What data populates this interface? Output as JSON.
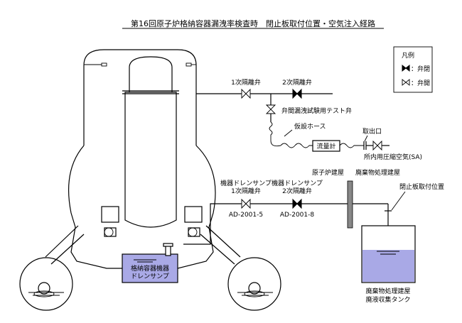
{
  "title": "第16回原子炉格納容器漏洩率検査時　閉止板取付位置・空気注入経路",
  "legend": {
    "heading": "凡例",
    "closed_valve": "：弁閉",
    "open_valve": "：弁開"
  },
  "labels": {
    "valve_1st": "1次隔離弁",
    "valve_2nd": "2次隔離弁",
    "test_valve": "弁間漏洩試験用テスト弁",
    "temp_hose": "仮設ホース",
    "flow_meter": "流量計",
    "outlet": "取出口",
    "station_air": "所内用圧縮空気(SA)",
    "drain_valve_1_line1": "機器ドレンサンプ",
    "drain_valve_1_line2": "1次隔離弁",
    "drain_valve_2_line1": "機器ドレンサンプ",
    "drain_valve_2_line2": "2次隔離弁",
    "ad_5": "AD-2001-5",
    "ad_8": "AD-2001-8",
    "reactor_building": "原子炉建屋",
    "waste_building": "廃棄物処理建屋",
    "blind_plate_position": "閉止板取付位置",
    "sump_line1": "格納容器機器",
    "sump_line2": "ドレンサンプ",
    "tank_line1": "廃棄物処理建屋",
    "tank_line2": "廃液収集タンク"
  }
}
